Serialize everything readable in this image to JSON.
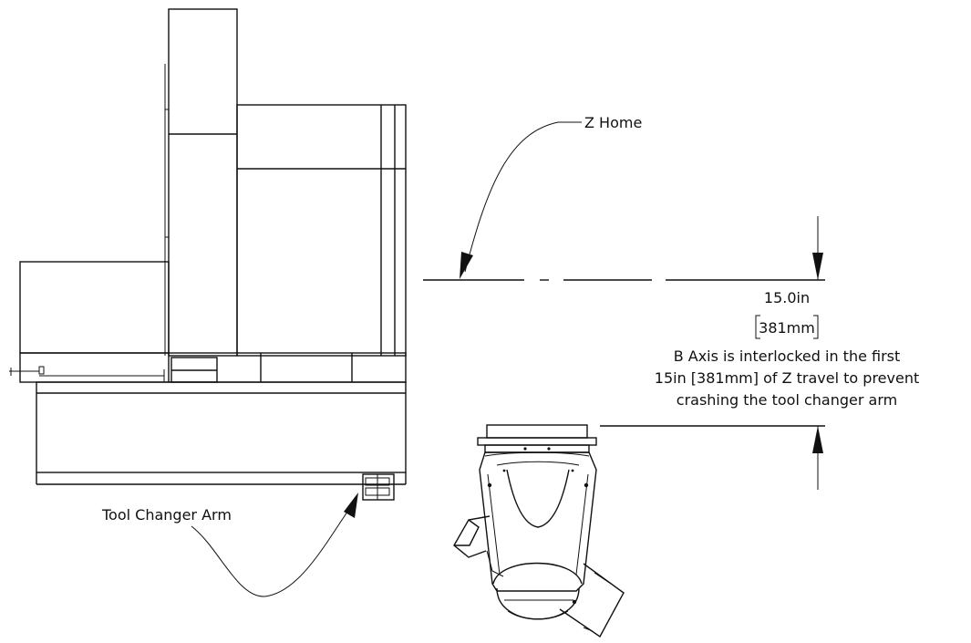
{
  "labels": {
    "z_home": "Z Home",
    "dimension_in": "15.0in",
    "dimension_mm": "381mm",
    "note_line1": "B Axis is interlocked in the first",
    "note_line2": "15in [381mm] of Z travel to prevent",
    "note_line3": "crashing the tool changer arm",
    "tool_changer": "Tool Changer Arm"
  }
}
